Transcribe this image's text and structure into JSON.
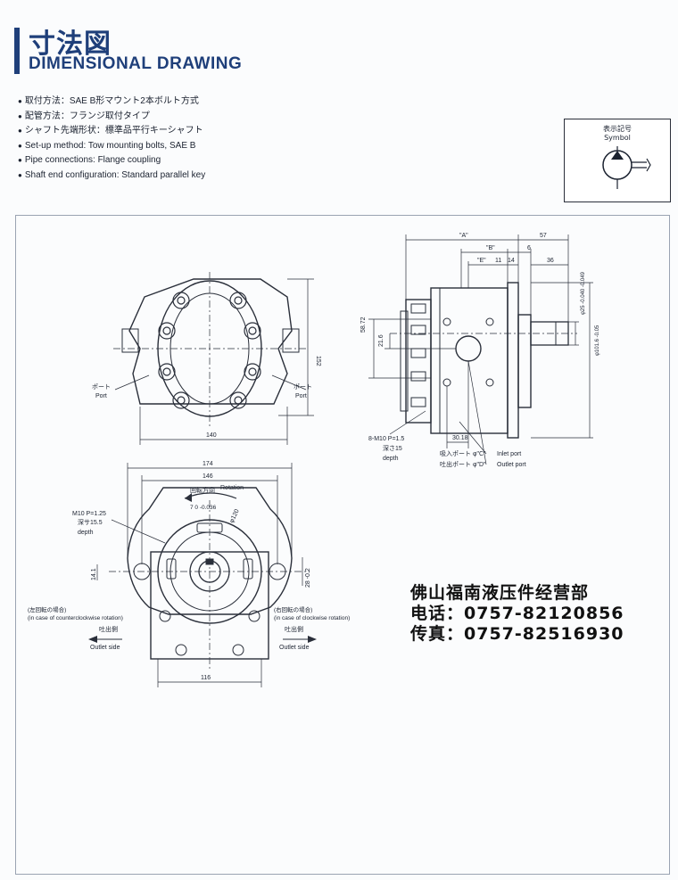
{
  "header": {
    "title_jp": "寸法図",
    "title_en": "DIMENSIONAL DRAWING"
  },
  "specs": [
    "取付方法：SAE B形マウント2本ボルト方式",
    "配管方法：フランジ取付タイプ",
    "シャフト先端形状：標準品平行キーシャフト",
    "Set-up method: Tow mounting bolts, SAE B",
    "Pipe connections: Flange coupling",
    "Shaft end configuration: Standard parallel key"
  ],
  "symbol": {
    "label_jp": "表示記号",
    "label_en": "Symbol",
    "icon": "hydraulic-pump-symbol-icon"
  },
  "front_view": {
    "port_left_jp": "ポート",
    "port_left_en": "Port",
    "port_right_jp": "ポート",
    "port_right_en": "Port",
    "dim_width": "140",
    "dim_height": "152"
  },
  "side_view": {
    "dim_a": "\"A\"",
    "dim_57": "57",
    "dim_b": "\"B\"",
    "dim_6": "6",
    "dim_e": "\"E\"",
    "dim_11": "11",
    "dim_14": "14",
    "dim_36": "36",
    "dim_5872": "58.72",
    "dim_216": "21.6",
    "dim_3018": "30.18",
    "dim_shaft": "φ25 -0.040 -0.049",
    "dim_pilot": "φ101.6 -0.05",
    "bolt_spec": "8-M10  P=1.5",
    "bolt_depth_jp": "深さ15",
    "bolt_depth_en": "depth",
    "inlet_jp": "吸入ポート φ\"C\"",
    "inlet_en": "Inlet port",
    "outlet_jp": "吐出ポート φ\"D\"",
    "outlet_en": "Outlet port"
  },
  "rear_view": {
    "dim_174": "174",
    "dim_146": "146",
    "rotation_jp": "回転方向",
    "rotation_en": "Rotation",
    "key_dim": "7  0 -0.036",
    "pcd": "φ120",
    "tap_spec": "M10  P=1.25",
    "tap_depth_jp": "深サ15.5",
    "tap_depth_en": "depth",
    "dim_141": "14.1",
    "dim_28": "28 -0.2",
    "ccw_jp": "(左回転の場合)",
    "ccw_en": "(in case of counterclockwise rotation)",
    "cw_jp": "(右回転の場合)",
    "cw_en": "(in case of clockwise rotation)",
    "outlet_left_jp": "吐出側",
    "outlet_left_en": "Outlet side",
    "outlet_right_jp": "吐出側",
    "outlet_right_en": "Outlet side",
    "dim_116": "116"
  },
  "company": {
    "name": "佛山福南液压件经营部",
    "phone": "电话：0757-82120856",
    "fax": "传真：0757-82516930"
  },
  "colors": {
    "title_blue": "#1f3f7a",
    "line": "#2a2f3a"
  }
}
